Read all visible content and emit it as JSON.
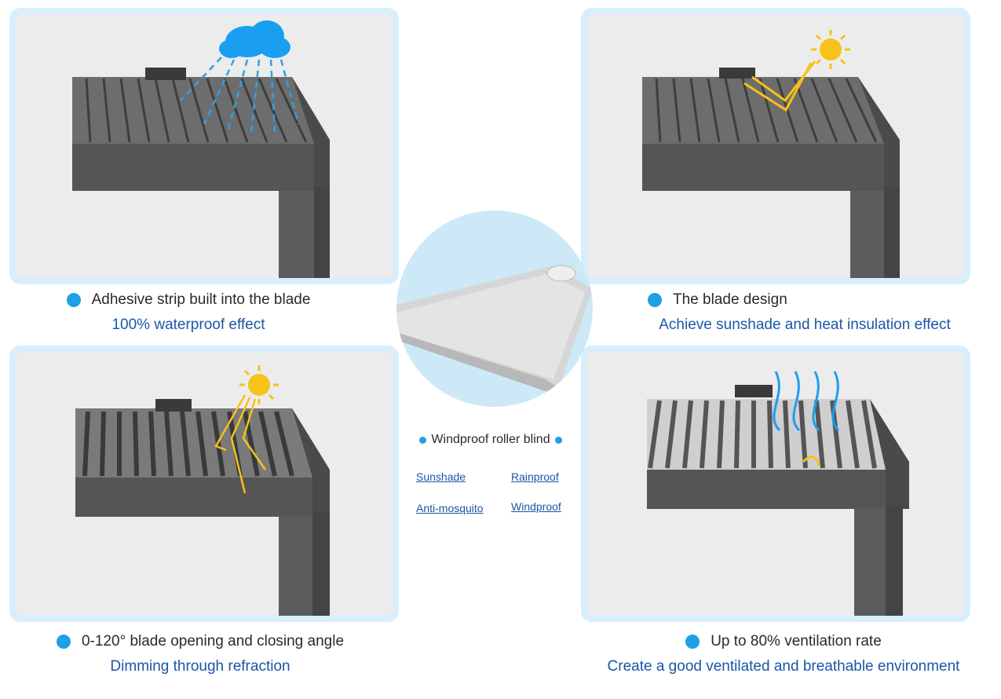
{
  "panels": {
    "top_left": {
      "line1": "Adhesive strip built into the blade",
      "line2": "100% waterproof effect",
      "icon": "rain-cloud-icon"
    },
    "top_right": {
      "line1": "The blade design",
      "line2": "Achieve sunshade and heat insulation effect",
      "icon": "sun-icon"
    },
    "bottom_left": {
      "line1": "0-120° blade opening and closing angle",
      "line2": "Dimming through refraction",
      "icon": "sun-icon"
    },
    "bottom_right": {
      "line1": "Up to 80% ventilation rate",
      "line2": "Create a good ventilated and breathable environment",
      "icon": "airflow-arrows-icon"
    }
  },
  "center": {
    "title": "Windproof roller blind",
    "features": [
      "Sunshade",
      "Rainproof",
      "Anti-mosquito",
      "Windproof"
    ]
  },
  "colors": {
    "panel_border": "#d8eefb",
    "bullet": "#1ea0e6",
    "accent_text": "#1b56a8",
    "frame": "#5a5a5a",
    "rain": "#2aa3ea",
    "sun": "#f7c21a"
  }
}
